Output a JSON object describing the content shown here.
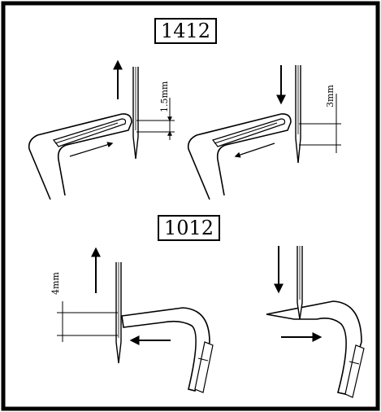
{
  "top_section": {
    "title": "1412",
    "left_measure": "1.5mm",
    "right_measure": "3mm"
  },
  "bottom_section": {
    "title": "1012",
    "left_measure": "4mm"
  },
  "colors": {
    "line": "#000000",
    "background": "#ffffff"
  }
}
